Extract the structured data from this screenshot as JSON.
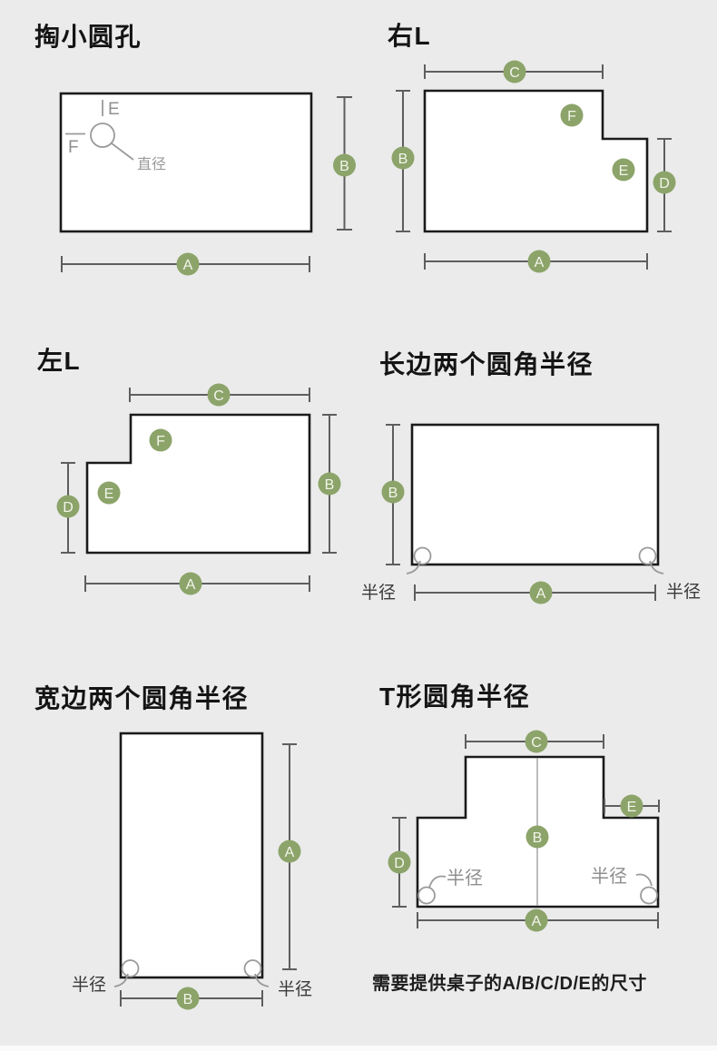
{
  "colors": {
    "background": "#ebebeb",
    "badge": "#8ca46a",
    "badge_text": "#f3f5ec",
    "shape_fill": "#ffffff",
    "shape_stroke": "#1b1b1b",
    "dimension_line": "#5e5e5e",
    "annotation_gray": "#9a9a9a",
    "title_text": "#141414"
  },
  "dims": {
    "A": "A",
    "B": "B",
    "C": "C",
    "D": "D",
    "E": "E",
    "F": "F"
  },
  "labels": {
    "radius": "半径",
    "diameter": "直径"
  },
  "panels": {
    "hole": {
      "title": "掏小圆孔"
    },
    "right_l": {
      "title": "右L"
    },
    "left_l": {
      "title": "左L"
    },
    "long_edge": {
      "title": "长边两个圆角半径"
    },
    "wide_edge": {
      "title": "宽边两个圆角半径"
    },
    "t_shape": {
      "title": "T形圆角半径"
    }
  },
  "note": "需要提供桌子的A/B/C/D/E的尺寸"
}
